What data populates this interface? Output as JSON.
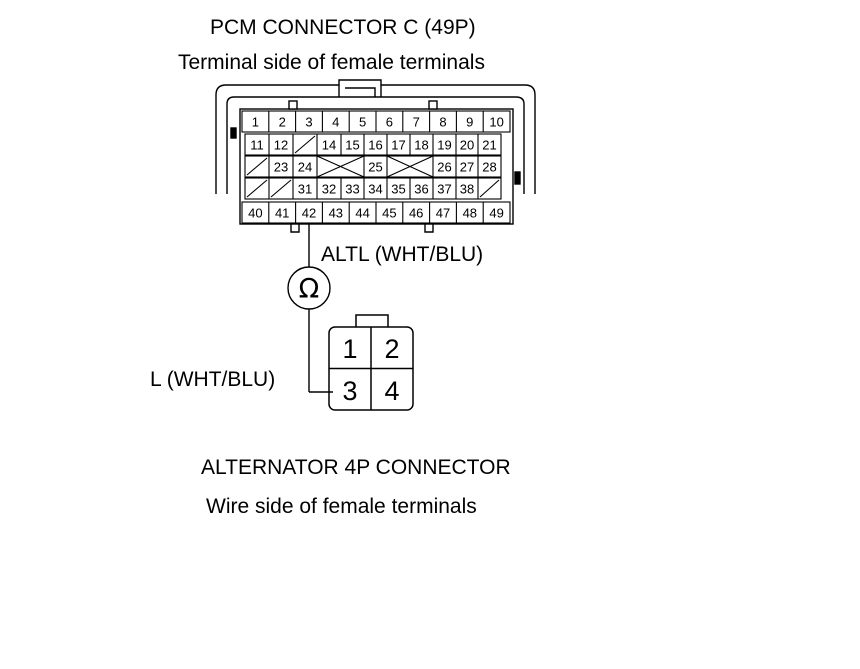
{
  "pcm": {
    "title": "PCM CONNECTOR C (49P)",
    "subtitle": "Terminal side of female terminals",
    "rows": [
      [
        "1",
        "2",
        "3",
        "4",
        "5",
        "6",
        "7",
        "8",
        "9",
        "10"
      ],
      [
        "11",
        "12",
        "",
        "14",
        "15",
        "16",
        "17",
        "18",
        "19",
        "20",
        "21"
      ],
      [
        "",
        "23",
        "24",
        "",
        "25",
        "",
        "26",
        "27",
        "28"
      ],
      [
        "",
        "",
        "31",
        "32",
        "33",
        "34",
        "35",
        "36",
        "37",
        "38",
        ""
      ],
      [
        "40",
        "41",
        "42",
        "43",
        "44",
        "45",
        "46",
        "47",
        "48",
        "49"
      ]
    ]
  },
  "wire_top": {
    "label": "ALTL (WHT/BLU)"
  },
  "meter": {
    "symbol": "Ω"
  },
  "wire_bottom": {
    "label": "L (WHT/BLU)"
  },
  "alternator": {
    "title": "ALTERNATOR 4P CONNECTOR",
    "subtitle": "Wire side of female terminals",
    "terminals": [
      "1",
      "2",
      "3",
      "4"
    ]
  }
}
